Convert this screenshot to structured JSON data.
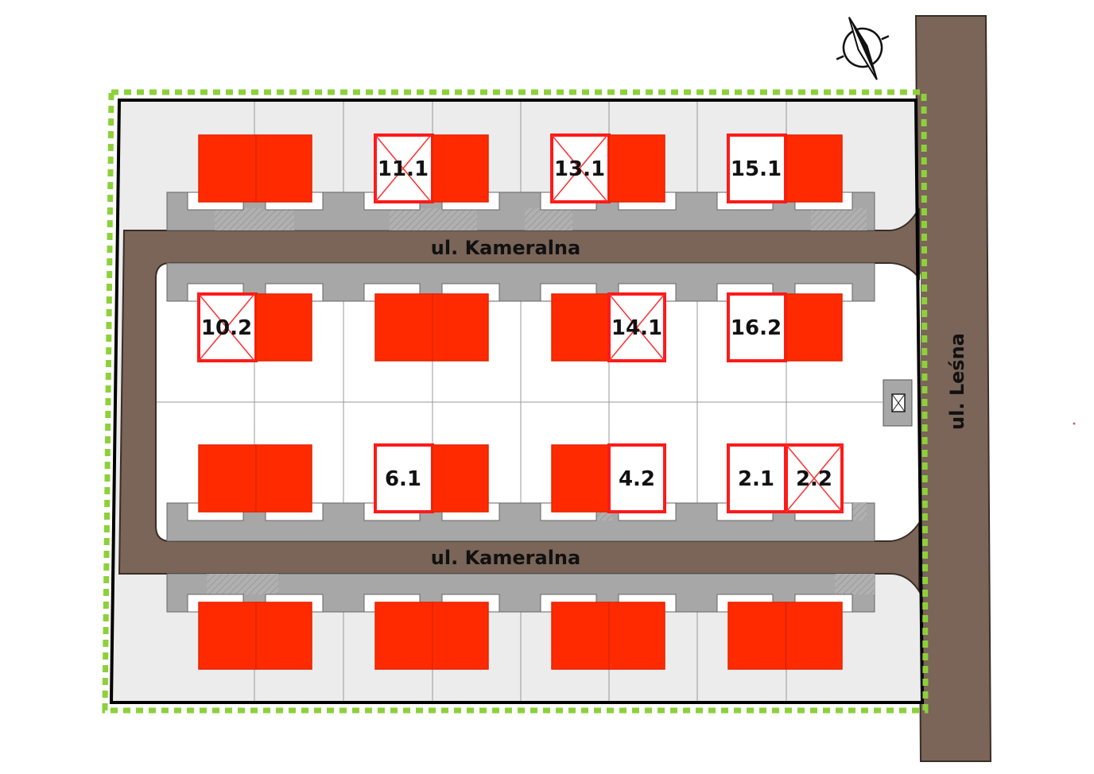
{
  "streets": {
    "kameralna_top": "ul. Kameralna",
    "kameralna_bottom": "ul. Kameralna",
    "lesna": "ul. Leśna"
  },
  "legend_colors": {
    "sold": "#ff2a00",
    "available": "#ffffff",
    "reserved_cross": "#ff3030",
    "road": "#7a6558",
    "boundary": "#8cd13a",
    "parking": "#a7a7a7"
  },
  "units": [
    {
      "id": "block-1-left",
      "label": "",
      "status": "sold"
    },
    {
      "id": "block-1-right",
      "label": "",
      "status": "sold"
    },
    {
      "id": "unit-11-1",
      "label": "11.1",
      "status": "reserved"
    },
    {
      "id": "unit-11-2",
      "label": "",
      "status": "sold"
    },
    {
      "id": "unit-13-1",
      "label": "13.1",
      "status": "reserved"
    },
    {
      "id": "unit-13-2",
      "label": "",
      "status": "sold"
    },
    {
      "id": "unit-15-1",
      "label": "15.1",
      "status": "available"
    },
    {
      "id": "unit-15-2",
      "label": "",
      "status": "sold"
    },
    {
      "id": "unit-10-2",
      "label": "10.2",
      "status": "reserved"
    },
    {
      "id": "unit-10-1",
      "label": "",
      "status": "sold"
    },
    {
      "id": "block-row2-2a",
      "label": "",
      "status": "sold"
    },
    {
      "id": "block-row2-2b",
      "label": "",
      "status": "sold"
    },
    {
      "id": "unit-14-2",
      "label": "",
      "status": "sold"
    },
    {
      "id": "unit-14-1",
      "label": "14.1",
      "status": "reserved"
    },
    {
      "id": "unit-16-2",
      "label": "16.2",
      "status": "available"
    },
    {
      "id": "unit-16-1",
      "label": "",
      "status": "sold"
    },
    {
      "id": "block-row3-1a",
      "label": "",
      "status": "sold"
    },
    {
      "id": "block-row3-1b",
      "label": "",
      "status": "sold"
    },
    {
      "id": "unit-6-1",
      "label": "6.1",
      "status": "available"
    },
    {
      "id": "unit-6-2",
      "label": "",
      "status": "sold"
    },
    {
      "id": "unit-4-1",
      "label": "",
      "status": "sold"
    },
    {
      "id": "unit-4-2",
      "label": "4.2",
      "status": "available"
    },
    {
      "id": "unit-2-1",
      "label": "2.1",
      "status": "available"
    },
    {
      "id": "unit-2-2",
      "label": "2.2",
      "status": "reserved"
    },
    {
      "id": "block-row4-1a",
      "label": "",
      "status": "sold"
    },
    {
      "id": "block-row4-1b",
      "label": "",
      "status": "sold"
    },
    {
      "id": "block-row4-2a",
      "label": "",
      "status": "sold"
    },
    {
      "id": "block-row4-2b",
      "label": "",
      "status": "sold"
    },
    {
      "id": "block-row4-3a",
      "label": "",
      "status": "sold"
    },
    {
      "id": "block-row4-3b",
      "label": "",
      "status": "sold"
    },
    {
      "id": "block-row4-4a",
      "label": "",
      "status": "sold"
    },
    {
      "id": "block-row4-4b",
      "label": "",
      "status": "sold"
    }
  ]
}
